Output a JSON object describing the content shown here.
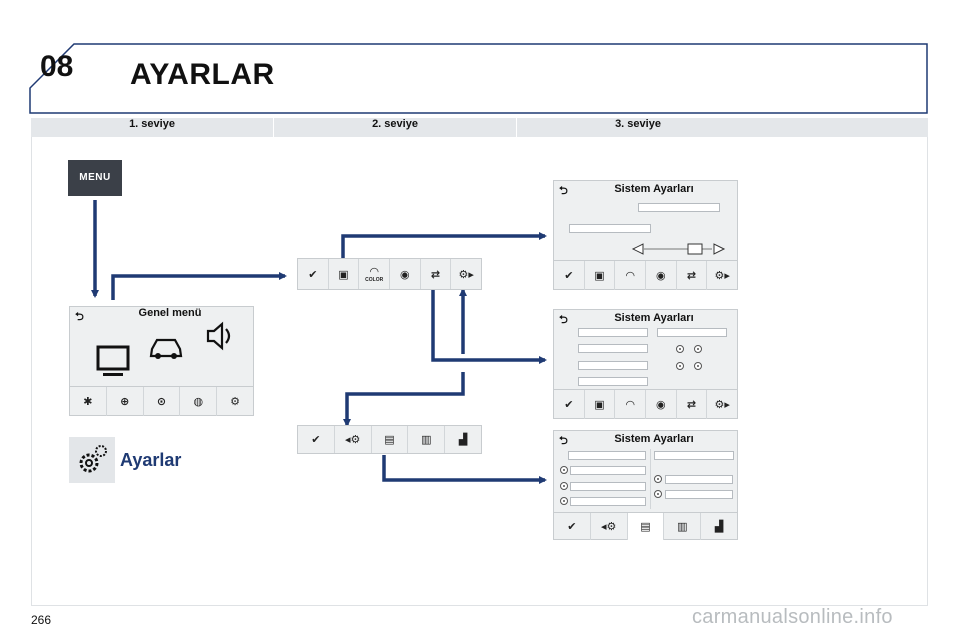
{
  "header": {
    "chapter": "08",
    "title": "AYARLAR"
  },
  "levels": [
    "1. seviye",
    "2. seviye",
    "3. seviye"
  ],
  "menu_button": {
    "label": "MENU"
  },
  "general_menu": {
    "title": "Genel menü"
  },
  "level2_bar_a": {
    "icons": [
      "checkmark-icon",
      "screen-icon",
      "color-icon",
      "display-adjust-icon",
      "swap-icon",
      "settings-arrow-icon"
    ],
    "color_label": "COLOR"
  },
  "level2_bar_b": {
    "icons": [
      "checkmark-icon",
      "settings-back-icon",
      "units-icon",
      "reset-icon",
      "factory-icon"
    ]
  },
  "system_panels": [
    {
      "title": "Sistem Ayarları"
    },
    {
      "title": "Sistem Ayarları"
    },
    {
      "title": "Sistem Ayarları"
    }
  ],
  "ayarlar_label": "Ayarlar",
  "footer": {
    "page": "266",
    "watermark": "carmanualsonline.info"
  },
  "colors": {
    "accent": "#1f3a73",
    "arrow": "#1f3a73",
    "panel_bg": "#eef0f1"
  }
}
